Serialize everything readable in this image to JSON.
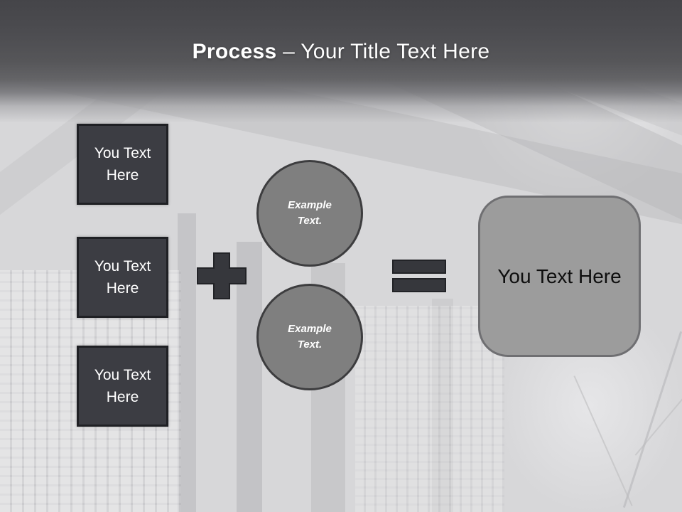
{
  "title": {
    "bold": "Process",
    "rest": "– Your Title Text Here"
  },
  "left_boxes": [
    {
      "label": "You Text\nHere"
    },
    {
      "label": "You Text\nHere"
    },
    {
      "label": "You Text\nHere"
    }
  ],
  "circles": [
    {
      "label": "Example\nText."
    },
    {
      "label": "Example\nText."
    }
  ],
  "result_box": {
    "label": "You Text Here"
  },
  "icons": {
    "plus": "plus-shape",
    "equals": "equals-shape"
  },
  "colors": {
    "header_dark": "#46464a",
    "title_text": "#ffffff",
    "input_box_fill": "#3c3d43",
    "input_box_border": "#1f2024",
    "circle_fill": "#7f7f7f",
    "circle_border": "#3d3d3f",
    "operator_fill": "#36373c",
    "operator_border": "#222327",
    "result_fill": "#9c9c9c",
    "result_border": "#6f6f72",
    "result_text": "#0e0e0e",
    "background_base": "#d7d7d9"
  }
}
